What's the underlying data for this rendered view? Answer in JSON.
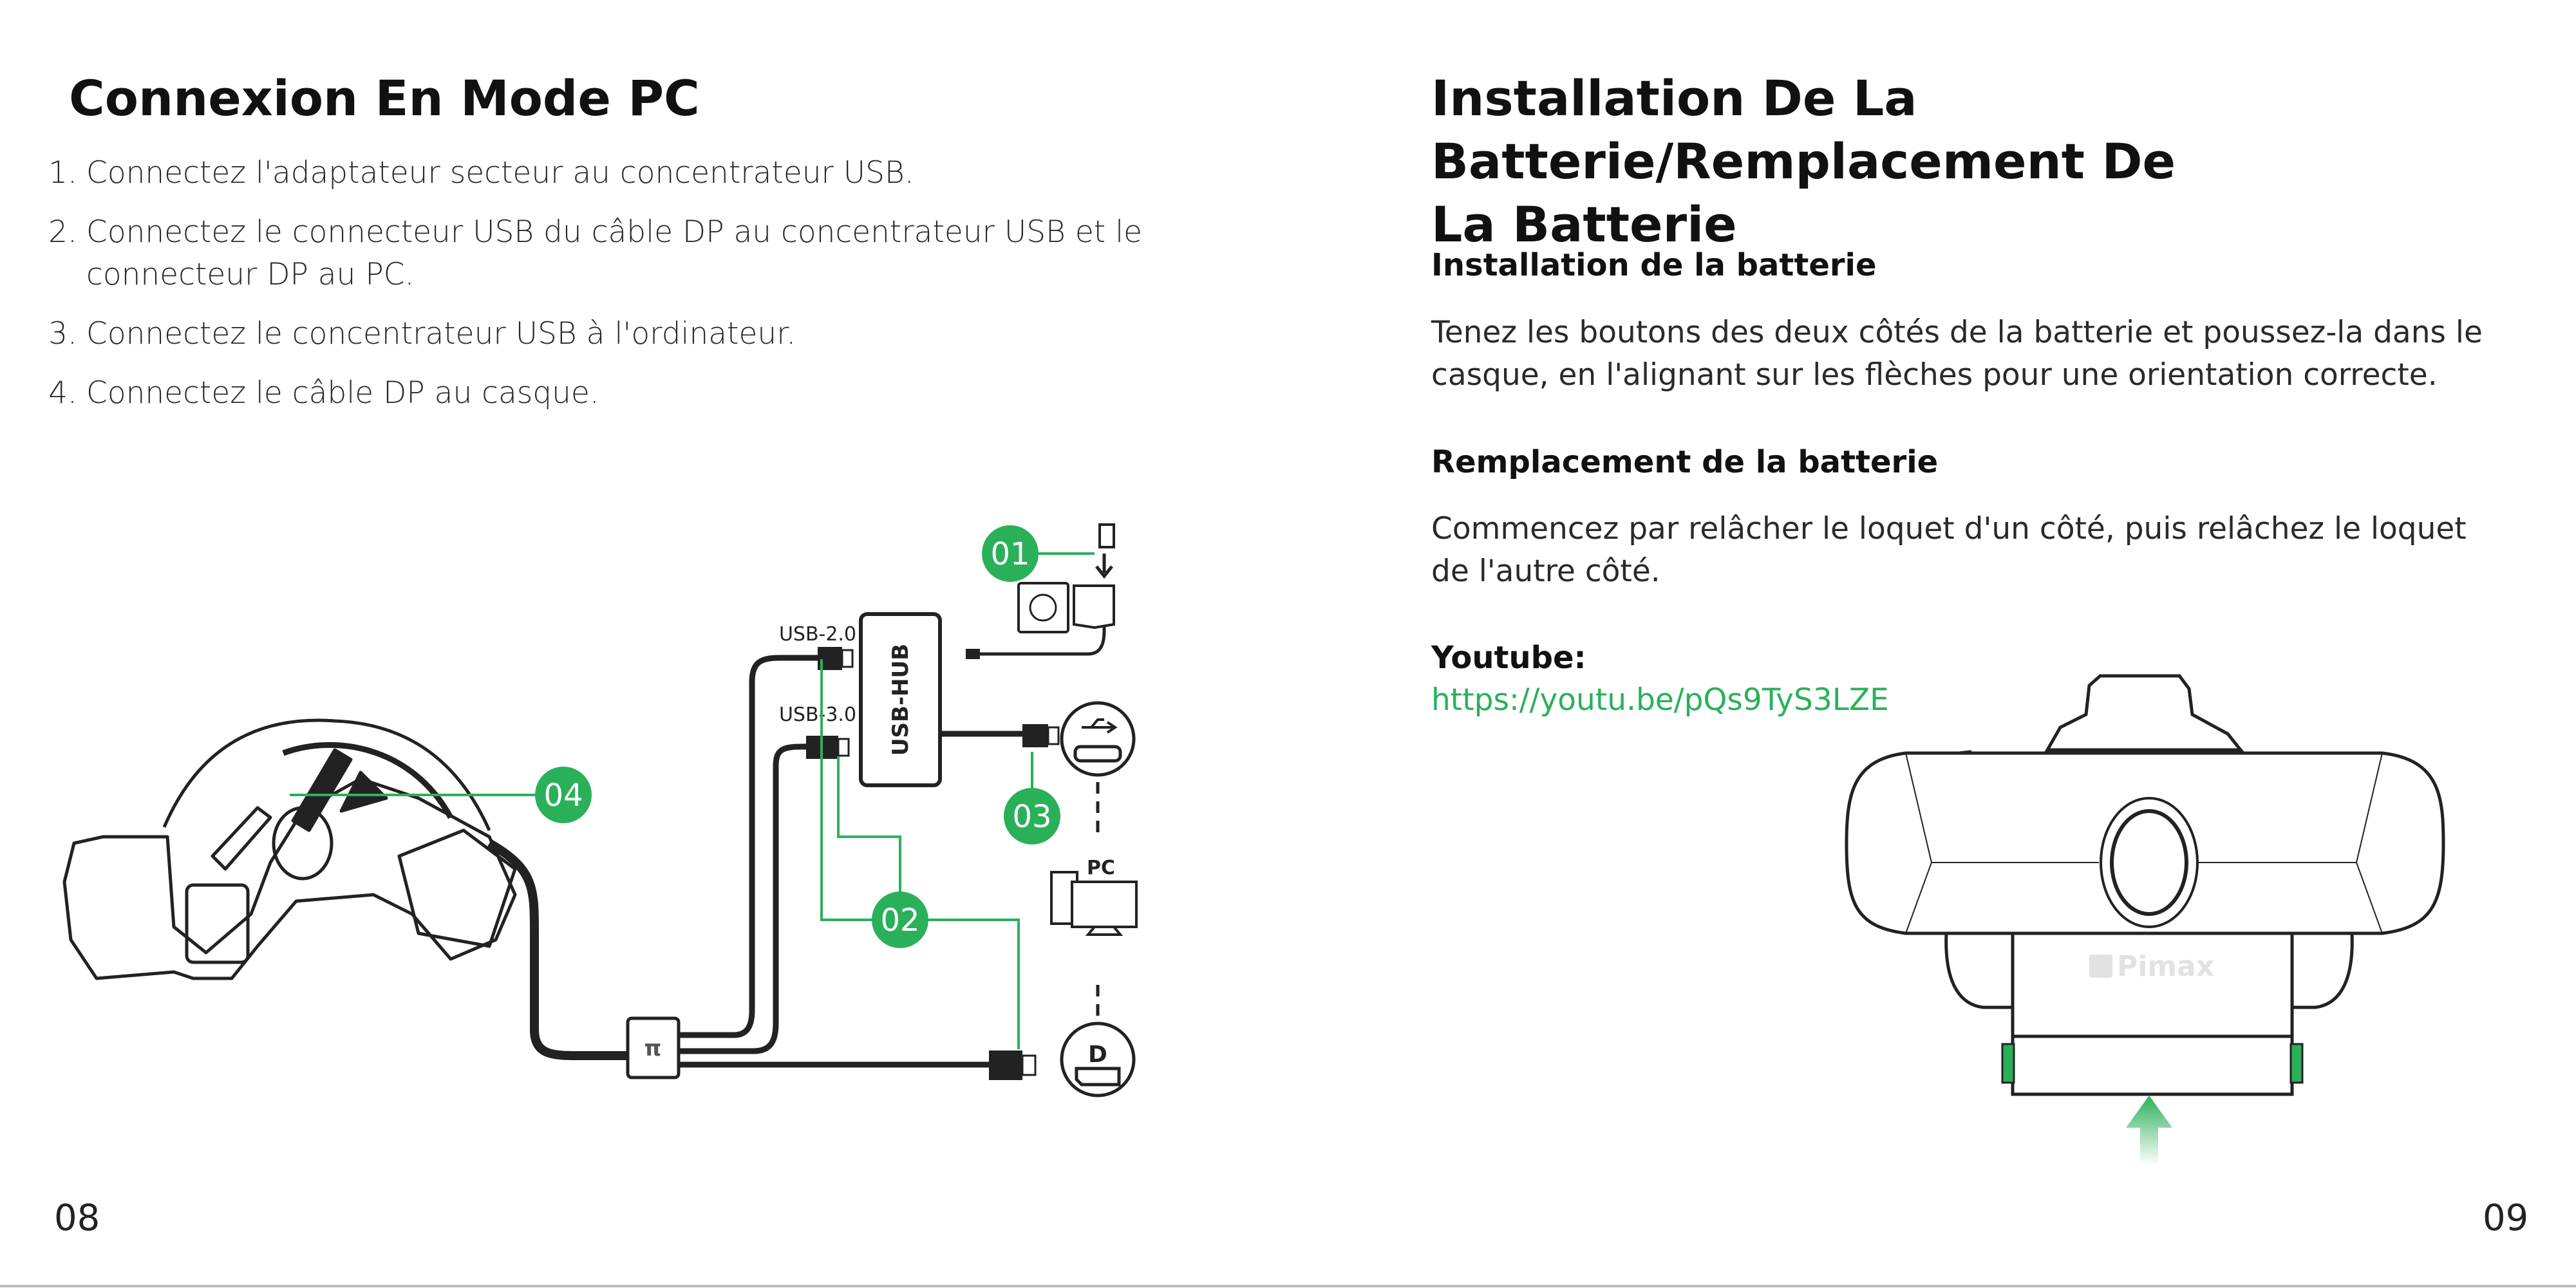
{
  "left_page": {
    "title": "Connexion En Mode PC",
    "steps": [
      {
        "num": "1.",
        "text": "Connectez l'adaptateur secteur au concentrateur USB."
      },
      {
        "num": "2.",
        "text": "Connectez le connecteur USB du câble DP au concentrateur USB et le connecteur DP au PC."
      },
      {
        "num": "3.",
        "text": "Connectez le concentrateur USB à l'ordinateur."
      },
      {
        "num": "4.",
        "text": "Connectez le câble DP au casque."
      }
    ],
    "diagram": {
      "labels": {
        "usb2": "USB-2.0",
        "usb3": "USB-3.0",
        "hub": "USB-HUB",
        "pc": "PC"
      },
      "badges": [
        "01",
        "02",
        "03",
        "04"
      ]
    },
    "page_number": "08"
  },
  "right_page": {
    "title_line1": "Installation De La Batterie/Remplacement De",
    "title_line2": "La Batterie",
    "install_heading": "Installation de la batterie",
    "install_text": "Tenez les boutons des deux côtés de la batterie et poussez-la dans le casque, en l'alignant sur les flèches pour une orientation correcte.",
    "replace_heading": "Remplacement de la batterie",
    "replace_text": "Commencez par relâcher le loquet d'un côté, puis relâchez le loquet de l'autre côté.",
    "youtube_label": "Youtube:",
    "youtube_link": "https://youtu.be/pQs9TyS3LZE",
    "logo_text": "Pimax",
    "page_number": "09"
  },
  "colors": {
    "accent": "#2bb05a",
    "text": "#1a1a1a"
  }
}
